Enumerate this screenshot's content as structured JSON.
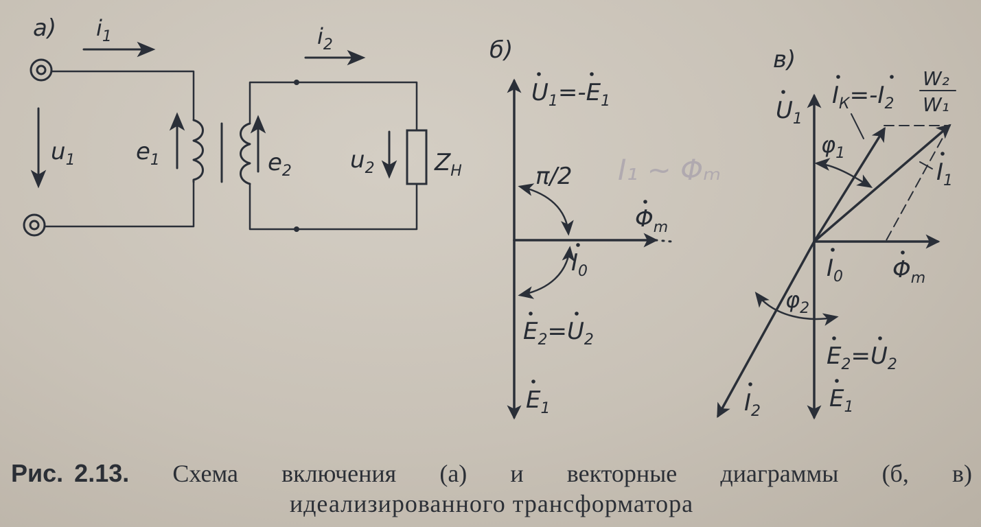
{
  "panels": {
    "a": {
      "label": "а)",
      "current1": {
        "base": "i",
        "sub": "1"
      },
      "current2": {
        "base": "i",
        "sub": "2"
      },
      "voltage1": {
        "base": "u",
        "sub": "1"
      },
      "emf1": {
        "base": "e",
        "sub": "1"
      },
      "emf2": {
        "base": "e",
        "sub": "2"
      },
      "voltage2": {
        "base": "u",
        "sub": "2"
      },
      "load": {
        "base": "Z",
        "sub": "Н"
      }
    },
    "b": {
      "label": "б)",
      "u1_eq": {
        "base": "U",
        "sub": "1",
        "rest": "=-",
        "base2": "E",
        "sub2": "1"
      },
      "angle": "π/2",
      "flux": {
        "base": "Φ",
        "sub": "m"
      },
      "i0": {
        "base": "I",
        "sub": "0"
      },
      "e2_eq": {
        "base": "E",
        "sub": "2",
        "rest": "=",
        "base2": "U",
        "sub2": "2"
      },
      "e1": {
        "base": "E",
        "sub": "1"
      }
    },
    "c": {
      "label": "в)",
      "ik_eq": {
        "base": "I",
        "sub": "К",
        "rest": "=-",
        "base2": "I",
        "sub2": "2",
        "frac_num": "W₂",
        "frac_den": "W₁"
      },
      "u1": {
        "base": "U",
        "sub": "1"
      },
      "phi1": {
        "base": "φ",
        "sub": "1"
      },
      "i1": {
        "base": "I",
        "sub": "1"
      },
      "i0": {
        "base": "I",
        "sub": "0"
      },
      "flux": {
        "base": "Φ",
        "sub": "m"
      },
      "phi2": {
        "base": "φ",
        "sub": "2"
      },
      "e2_eq": {
        "base": "E",
        "sub": "2",
        "rest": "=",
        "base2": "U",
        "sub2": "2"
      },
      "e1": {
        "base": "E",
        "sub": "1"
      },
      "i2": {
        "base": "I",
        "sub": "2"
      }
    }
  },
  "annotation": "I₁ ~ Φₘ",
  "caption": {
    "fig_number": "Рис. 2.13.",
    "words": [
      "Схема",
      "включения",
      "(а)",
      "и",
      "векторные",
      "диаграммы",
      "(б,",
      "в)"
    ],
    "line2": "идеализированного трансформатора"
  }
}
